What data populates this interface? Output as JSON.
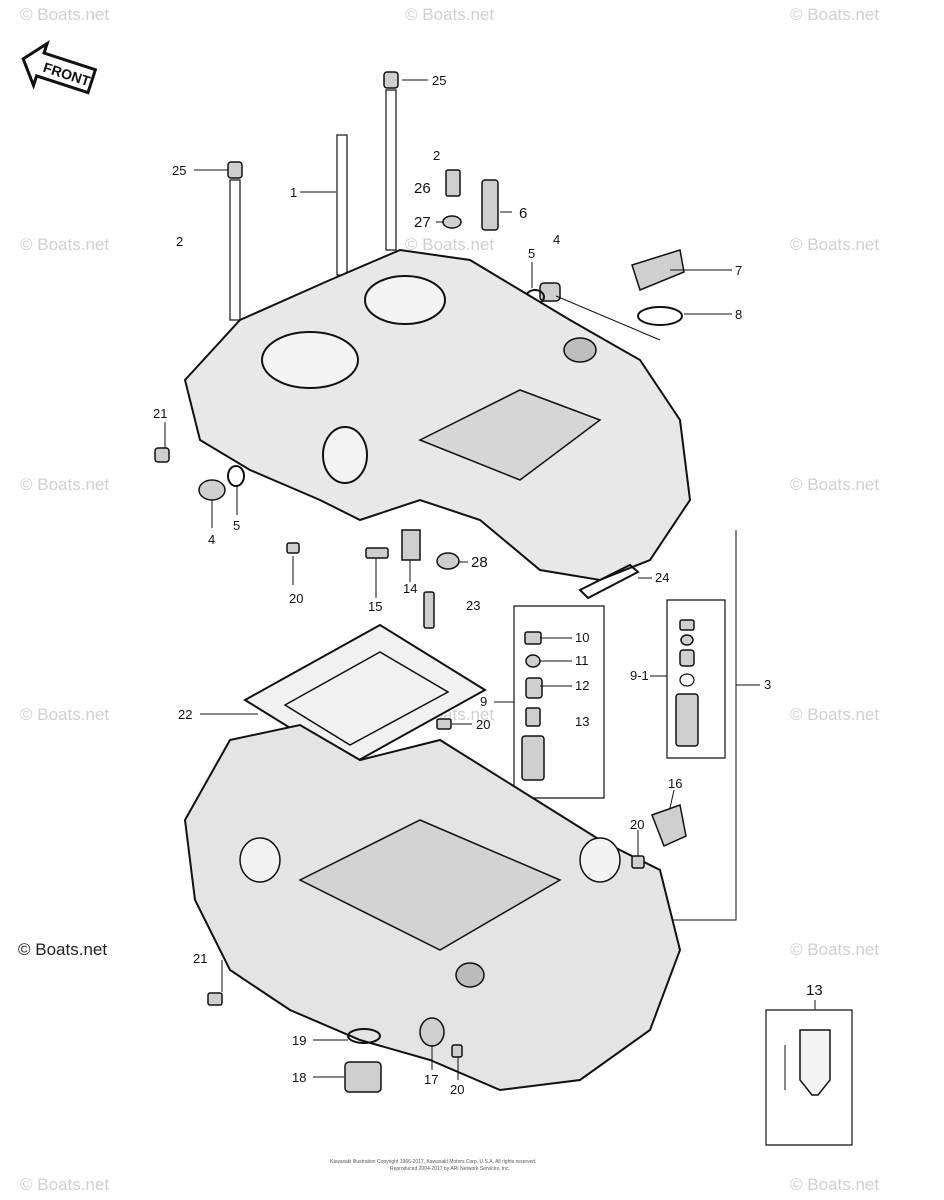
{
  "watermark": "© Boats.net",
  "front_label": "FRONT",
  "callouts": {
    "c25a": "25",
    "c25b": "25",
    "c1": "1",
    "c2a": "2",
    "c2b": "2",
    "c26": "26",
    "c27": "27",
    "c6": "6",
    "c5a": "5",
    "c4a": "4",
    "c7": "7",
    "c8": "8",
    "c21a": "21",
    "c4b": "4",
    "c5b": "5",
    "c20a": "20",
    "c15": "15",
    "c14": "14",
    "c28": "28",
    "c24": "24",
    "c23": "23",
    "c10": "10",
    "c11": "11",
    "c12": "12",
    "c9": "9",
    "c13a": "13",
    "c91": "9-1",
    "c3": "3",
    "c22": "22",
    "c20b": "20",
    "c16": "16",
    "c20c": "20",
    "c21b": "21",
    "c19": "19",
    "c18": "18",
    "c17": "17",
    "c20d": "20",
    "c13b": "13"
  },
  "copyright_line1": "Kawasaki Illustration Copyright 1966-2017, Kawasaki Motors Corp.,U.S.A. All rights reserved.",
  "copyright_line2": "Reproduced 2004-2017 by ARI Network Services, Inc."
}
